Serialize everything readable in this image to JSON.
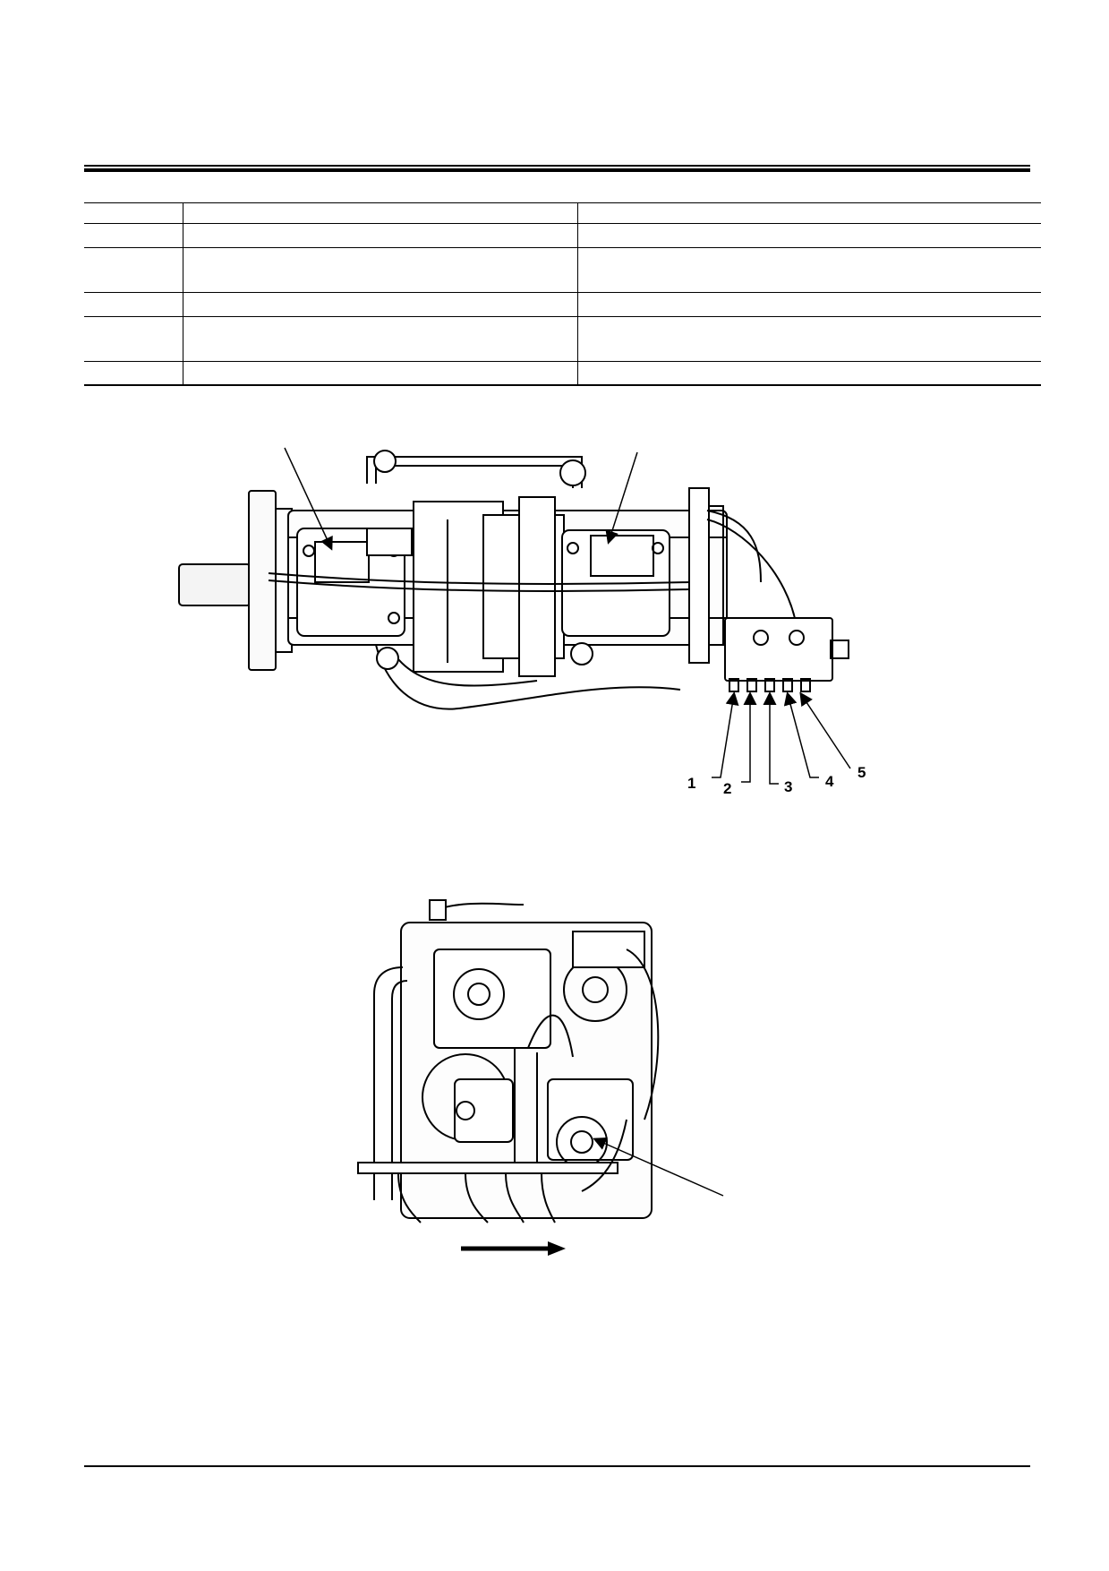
{
  "table": {
    "rows": [
      {
        "a": "",
        "b": "",
        "c": "",
        "h": 23
      },
      {
        "a": "",
        "b": "",
        "c": "",
        "h": 27
      },
      {
        "a": "",
        "b": "",
        "c": "",
        "h": 50
      },
      {
        "a": "",
        "b": "",
        "c": "",
        "h": 27
      },
      {
        "a": "",
        "b": "",
        "c": "",
        "h": 50
      },
      {
        "a": "",
        "b": "",
        "c": "",
        "h": 26
      }
    ]
  },
  "figure1": {
    "callouts": [
      "1",
      "2",
      "3",
      "4",
      "5"
    ]
  }
}
